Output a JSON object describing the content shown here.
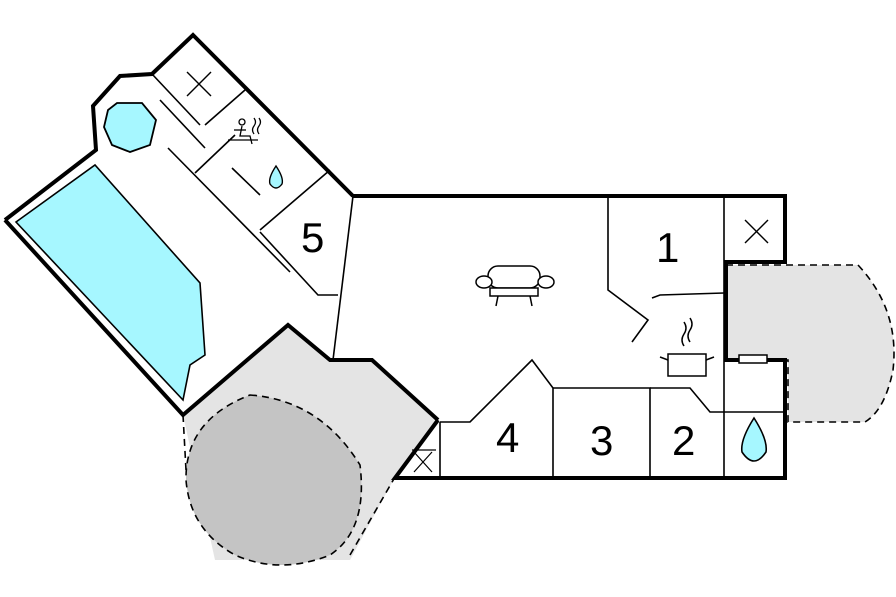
{
  "floorplan": {
    "rooms": [
      {
        "id": "room-1",
        "label": "1"
      },
      {
        "id": "room-2",
        "label": "2"
      },
      {
        "id": "room-3",
        "label": "3"
      },
      {
        "id": "room-4",
        "label": "4"
      },
      {
        "id": "room-5",
        "label": "5"
      }
    ],
    "icons": [
      "sofa-icon",
      "cooking-pot-icon",
      "water-drop-icon",
      "sauna-icon",
      "toilet-cross-icon",
      "hot-tub-icon",
      "pool-icon"
    ],
    "colors": {
      "pool": "#a6f7ff",
      "terrace": "#e4e4e4",
      "lawn": "#c4c4c4",
      "wall": "#000000"
    }
  }
}
